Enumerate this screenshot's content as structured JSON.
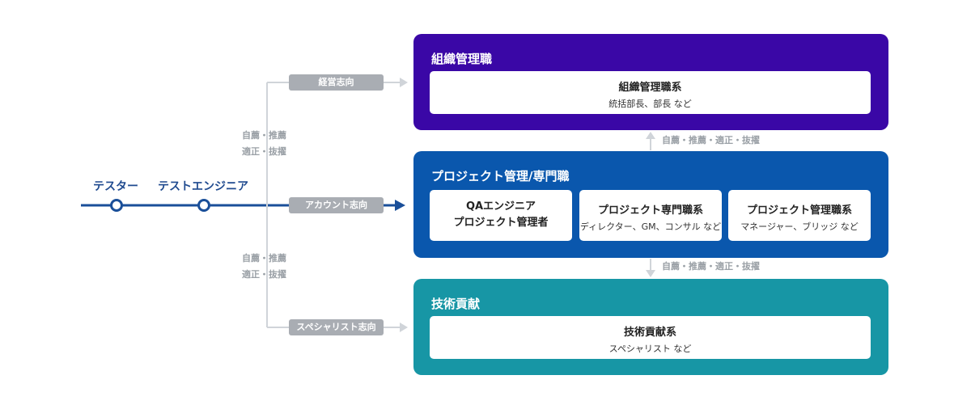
{
  "nodes": {
    "tester": "テスター",
    "test_engineer": "テストエンジニア"
  },
  "paths": {
    "management": "経営志向",
    "account": "アカウント志向",
    "specialist": "スペシャリスト志向"
  },
  "promotion_note": {
    "line1": "自薦・推薦",
    "line2": "適正・抜擢"
  },
  "between_note": "自薦・推薦・適正・抜擢",
  "panels": {
    "org": {
      "title": "組織管理職",
      "color": "#3a07a6",
      "cards": [
        {
          "title": "組織管理職系",
          "sub": "統括部長、部長 など"
        }
      ]
    },
    "project": {
      "title": "プロジェクト管理/専門職",
      "color": "#0a57ad",
      "cards": [
        {
          "line1": "QAエンジニア",
          "line2": "プロジェクト管理者"
        },
        {
          "title": "プロジェクト専門職系",
          "sub": "ディレクター、GM、コンサル など"
        },
        {
          "title": "プロジェクト管理職系",
          "sub": "マネージャー、ブリッジ など"
        }
      ]
    },
    "tech": {
      "title": "技術貢献",
      "color": "#1796a5",
      "cards": [
        {
          "title": "技術貢献系",
          "sub": "スペシャリスト など"
        }
      ]
    }
  },
  "colors": {
    "line_main": "#1a4f99",
    "line_gray": "#d0d4d9",
    "pill": "#a9adb3"
  }
}
